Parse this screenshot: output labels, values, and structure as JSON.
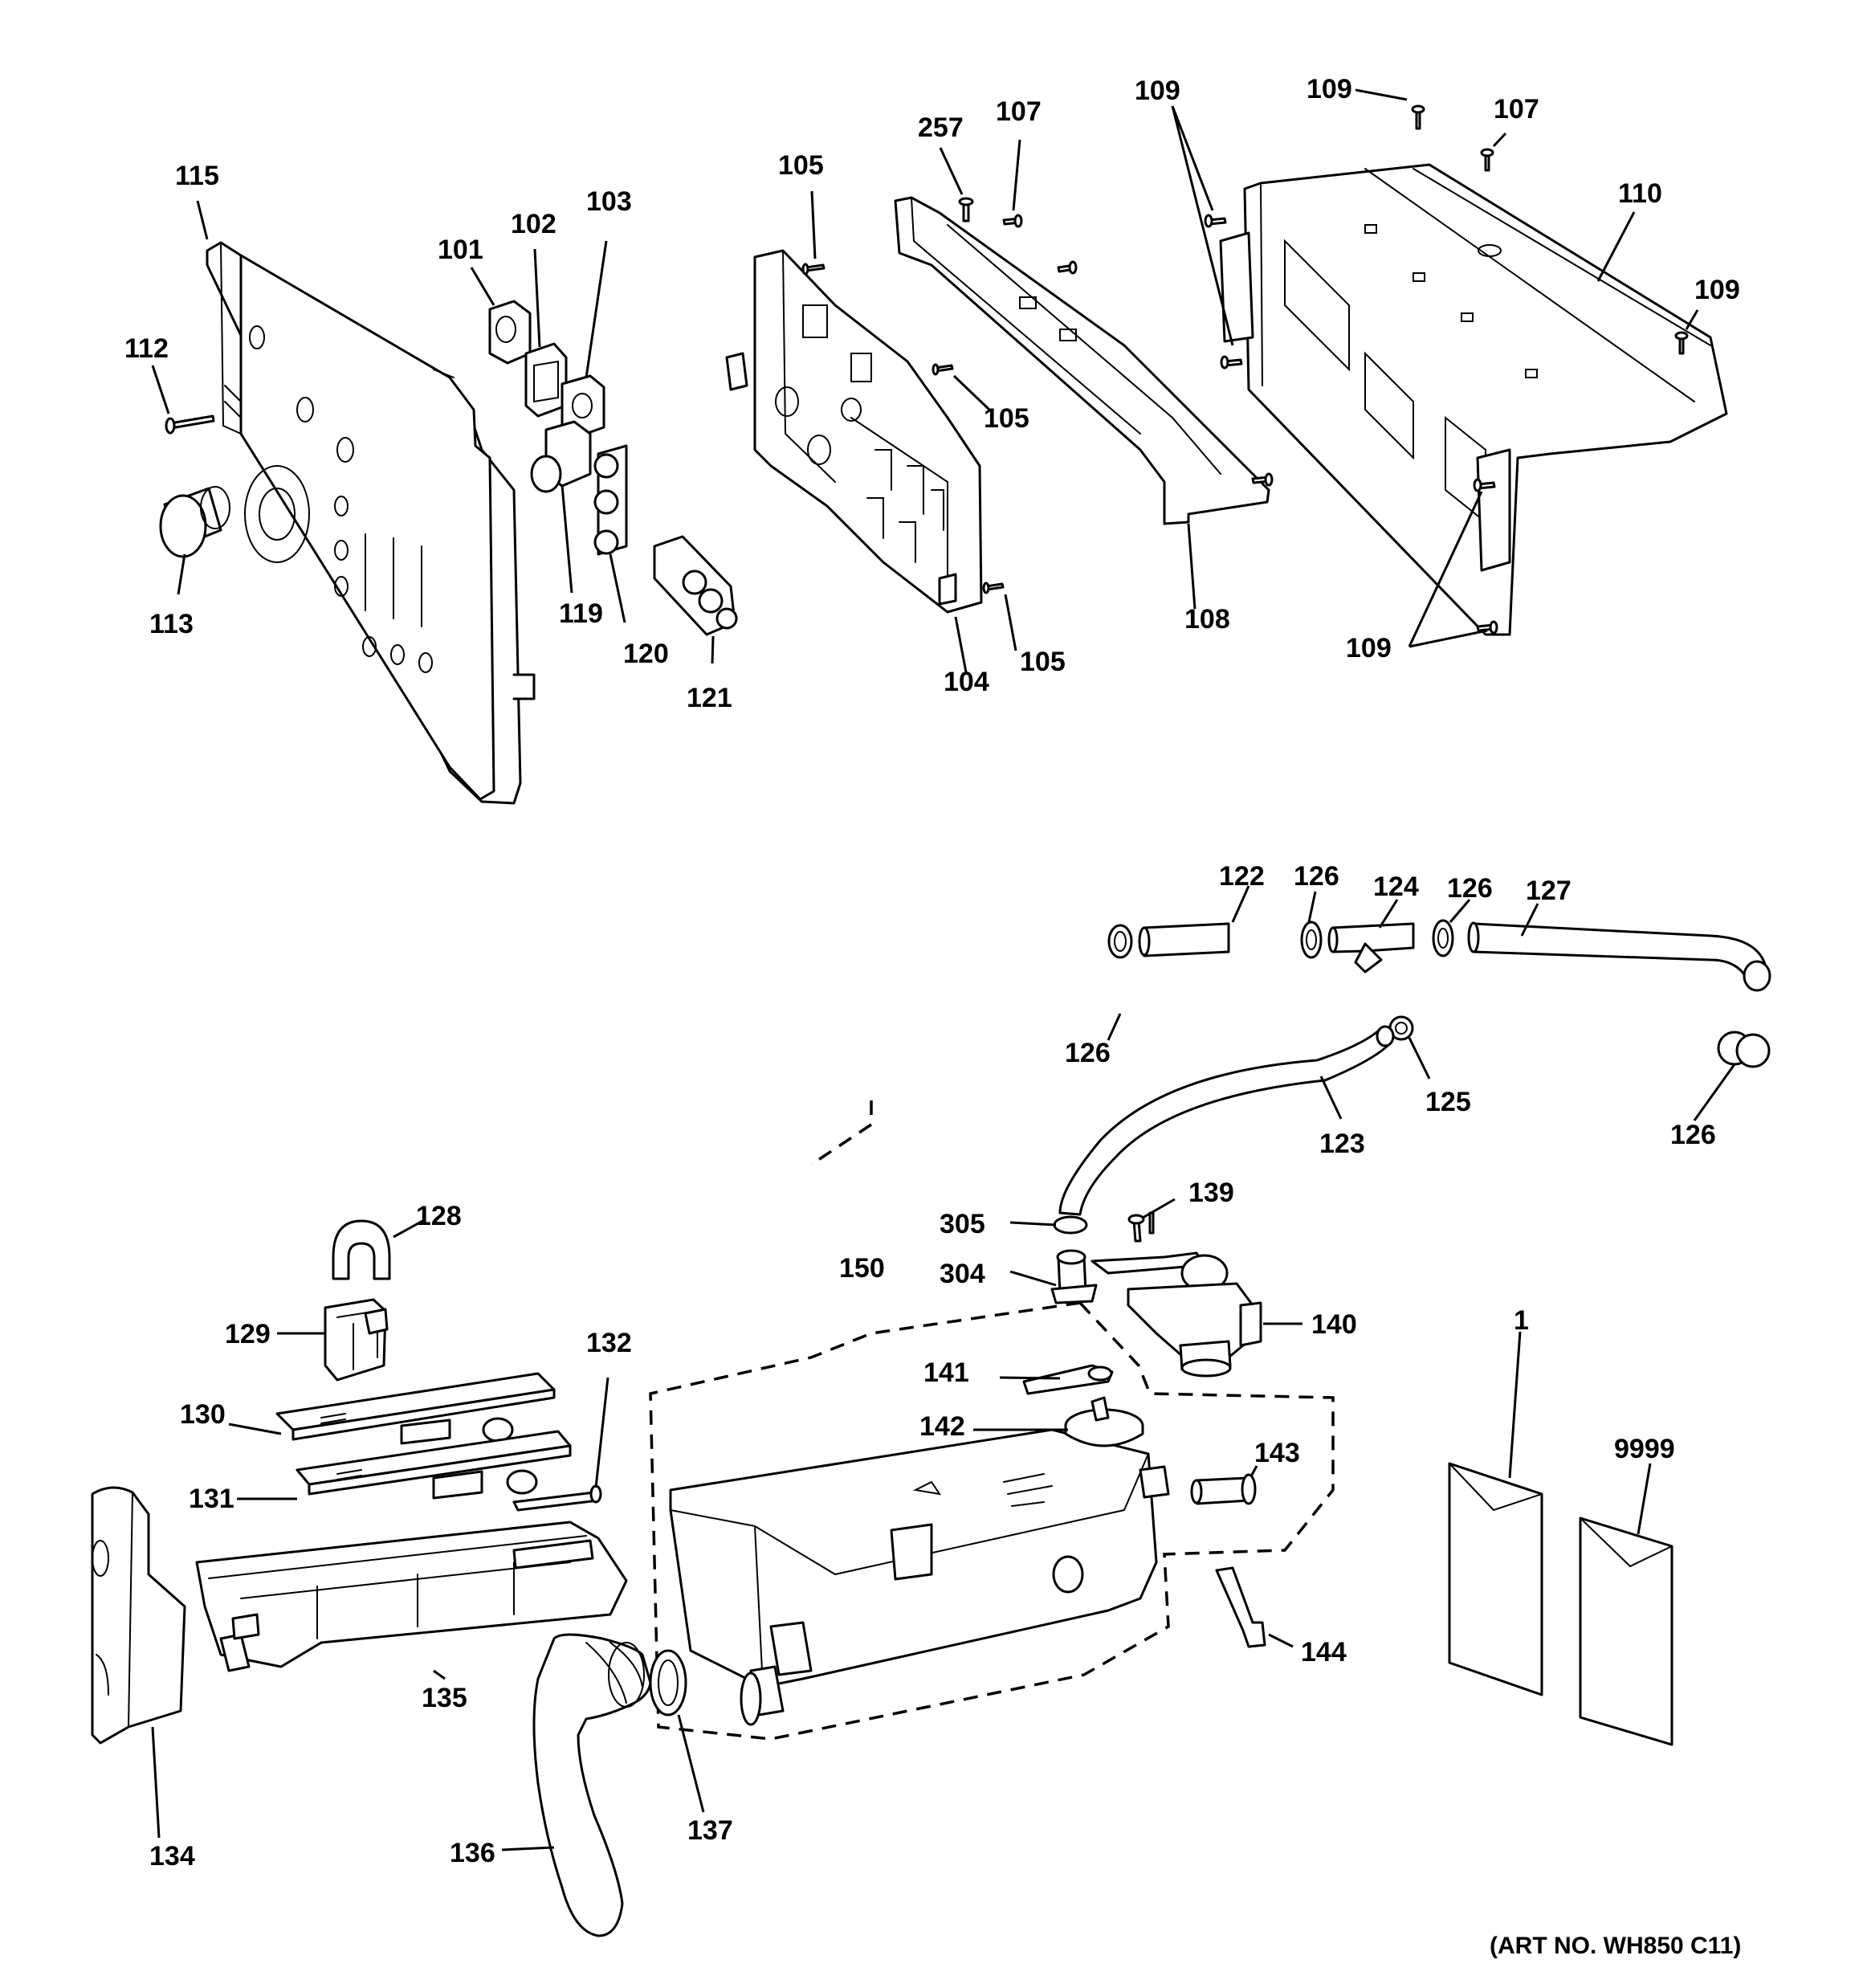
{
  "diagram": {
    "colors": {
      "ink": "#000000",
      "paper": "#ffffff"
    },
    "art_number": "(ART NO. WH850 C11)",
    "callouts": {
      "c115": "115",
      "c112": "112",
      "c113": "113",
      "c101": "101",
      "c102": "102",
      "c103": "103",
      "c119": "119",
      "c120": "120",
      "c121": "121",
      "c105a": "105",
      "c105b": "105",
      "c105c": "105",
      "c104": "104",
      "c257": "257",
      "c107a": "107",
      "c108": "108",
      "c109a": "109",
      "c109b": "109",
      "c107b": "107",
      "c110": "110",
      "c109c": "109",
      "c109d": "109",
      "c122": "122",
      "c126a": "126",
      "c124": "124",
      "c126b": "126",
      "c127": "127",
      "c126c": "126",
      "c125": "125",
      "c126d": "126",
      "c123": "123",
      "c305": "305",
      "c139": "139",
      "c304": "304",
      "c140": "140",
      "c150": "150",
      "c141": "141",
      "c142": "142",
      "c143": "143",
      "c144": "144",
      "c1": "1",
      "c9999": "9999",
      "c128": "128",
      "c129": "129",
      "c130": "130",
      "c131": "131",
      "c132": "132",
      "c134": "134",
      "c135": "135",
      "c136": "136",
      "c137": "137"
    }
  }
}
